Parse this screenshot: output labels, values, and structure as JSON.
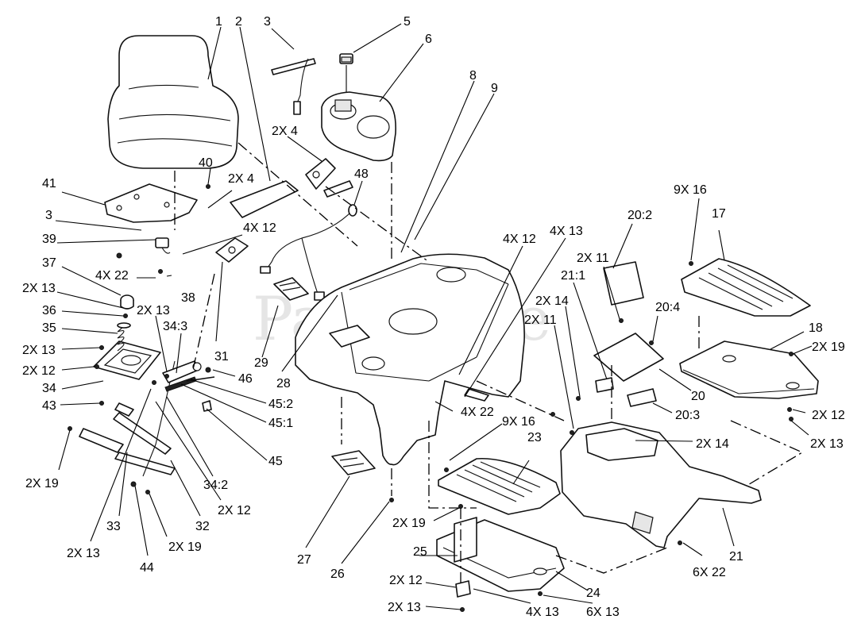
{
  "watermark": {
    "text": "PartsTree",
    "trademark": "TM"
  },
  "callouts": [
    "1",
    "2",
    "3",
    "5",
    "6",
    "8",
    "9",
    "2X 4",
    "40",
    "2X 4",
    "48",
    "41",
    "3",
    "39",
    "4X 12",
    "37",
    "4X 22",
    "38",
    "2X 13",
    "36",
    "35",
    "2X 13",
    "34:3",
    "2X 13",
    "2X 12",
    "31",
    "29",
    "28",
    "46",
    "34",
    "45:2",
    "43",
    "45:1",
    "45",
    "2X 19",
    "34:2",
    "2X 12",
    "32",
    "33",
    "2X 13",
    "2X 19",
    "44",
    "27",
    "26",
    "4X 12",
    "4X 13",
    "4X 22",
    "20:2",
    "2X 11",
    "21:1",
    "2X 14",
    "2X 11",
    "9X 16",
    "17",
    "20:4",
    "18",
    "2X 19",
    "20",
    "20:3",
    "2X 12",
    "2X 13",
    "2X 14",
    "9X 16",
    "23",
    "2X 19",
    "25",
    "2X 12",
    "2X 13",
    "24",
    "4X 13",
    "6X 13",
    "21",
    "6X 22"
  ]
}
